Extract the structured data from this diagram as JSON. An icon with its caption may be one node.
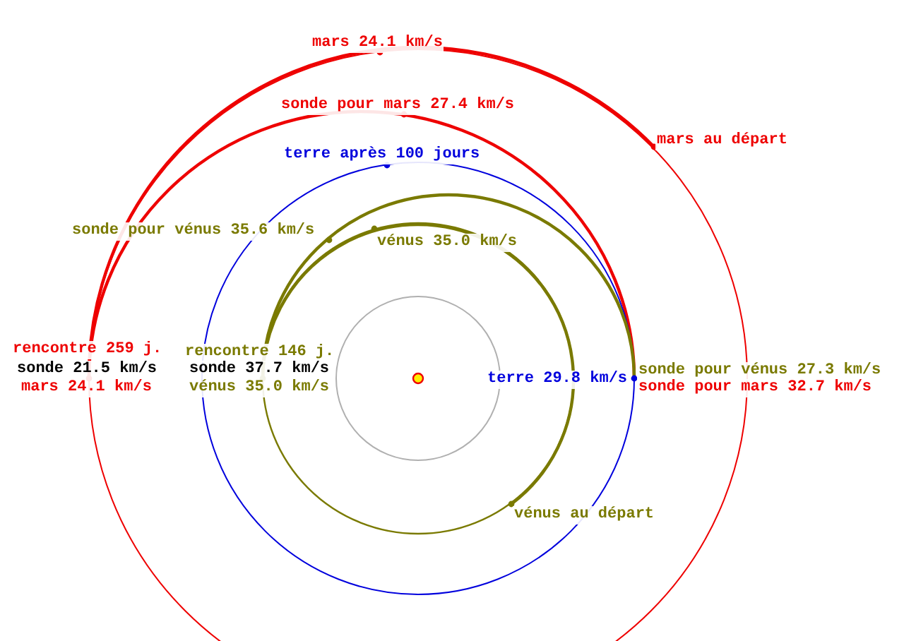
{
  "diagram": {
    "labels": [
      "mars 24.1 km/s",
      "sonde pour mars 27.4 km/s",
      "mars au départ",
      "terre après 100 jours",
      "sonde pour vénus 35.6 km/s",
      "vénus 35.0 km/s",
      "rencontre 259 j.",
      "rencontre 146 j.",
      "sonde 21.5 km/s",
      "sonde 37.7 km/s",
      "sonde pour vénus 27.3 km/s",
      "terre 29.8 km/s",
      "mars 24.1 km/s",
      "vénus 35.0 km/s",
      "sonde pour mars 32.7 km/s",
      "vénus au départ"
    ]
  }
}
